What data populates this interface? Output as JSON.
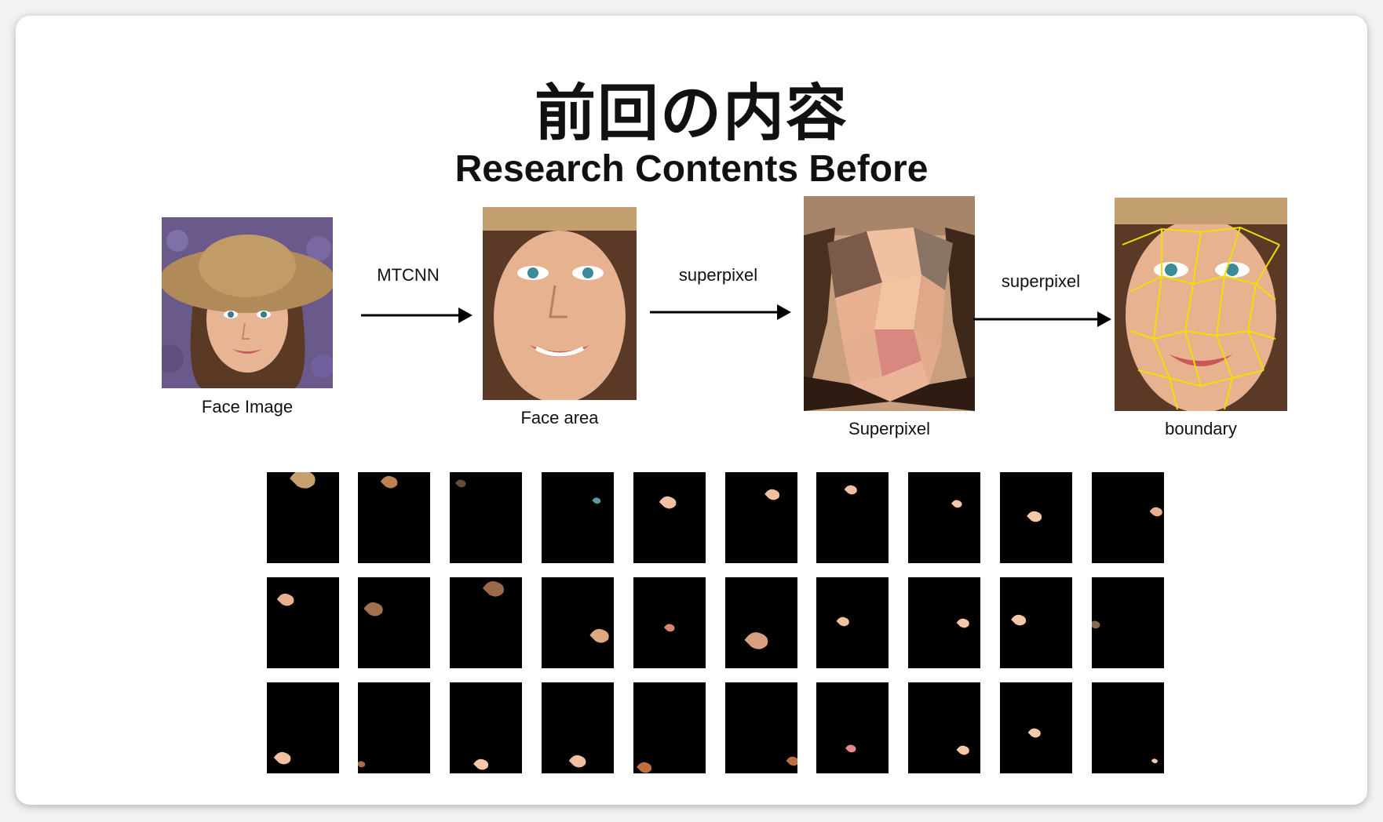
{
  "slide": {
    "title_jp": "前回の内容",
    "title_en": "Research Contents Before"
  },
  "pipeline": {
    "stages": [
      {
        "caption": "Face Image"
      },
      {
        "caption": "Face area"
      },
      {
        "caption": "Superpixel"
      },
      {
        "caption": "boundary"
      }
    ],
    "arrows": [
      {
        "label": "MTCNN"
      },
      {
        "label": "superpixel"
      },
      {
        "label": "superpixel"
      }
    ]
  },
  "segment_grid": {
    "rows": 3,
    "columns": 10
  }
}
